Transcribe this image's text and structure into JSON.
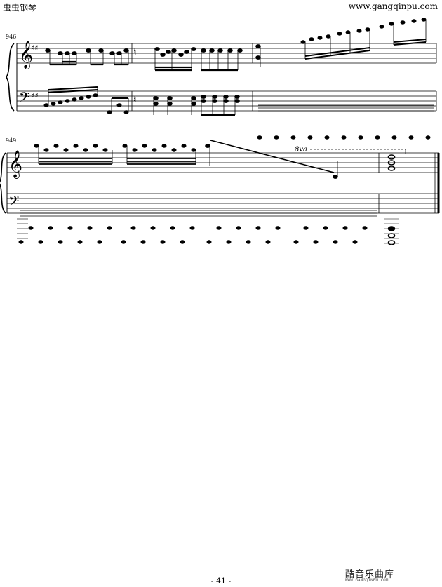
{
  "header": {
    "site_name_cn": "虫虫钢琴",
    "site_url": "www.gangqinpu.com"
  },
  "score": {
    "system1_measure_number": "946",
    "system2_measure_number": "949",
    "ottava_mark": "8va"
  },
  "footer": {
    "page_number": "- 41 -",
    "watermark_text": "酷音乐曲库",
    "watermark_sub": "WWW.GANGQINPU.COM"
  }
}
